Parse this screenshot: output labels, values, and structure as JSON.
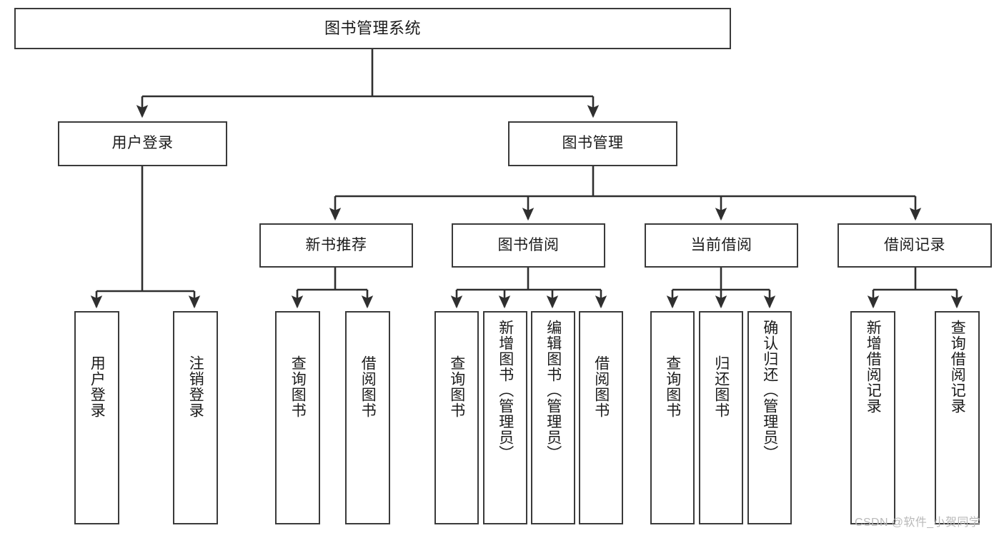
{
  "diagram": {
    "title": "图书管理系统",
    "type": "tree-hierarchy",
    "root": {
      "id": "root",
      "label": "图书管理系统"
    },
    "level2": [
      {
        "id": "user-login",
        "label": "用户登录"
      },
      {
        "id": "book-manage",
        "label": "图书管理"
      }
    ],
    "level3": [
      {
        "id": "new-book-recommend",
        "label": "新书推荐",
        "parent": "book-manage"
      },
      {
        "id": "book-borrow",
        "label": "图书借阅",
        "parent": "book-manage"
      },
      {
        "id": "current-borrow",
        "label": "当前借阅",
        "parent": "book-manage"
      },
      {
        "id": "borrow-record",
        "label": "借阅记录",
        "parent": "book-manage"
      }
    ],
    "leaves": [
      {
        "id": "leaf-user-login",
        "label": "用户登录",
        "parent": "user-login"
      },
      {
        "id": "leaf-user-logout",
        "label": "注销登录",
        "parent": "user-login"
      },
      {
        "id": "leaf-query-book-1",
        "label": "查询图书",
        "parent": "new-book-recommend"
      },
      {
        "id": "leaf-borrow-book-1",
        "label": "借阅图书",
        "parent": "new-book-recommend"
      },
      {
        "id": "leaf-query-book-2",
        "label": "查询图书",
        "parent": "book-borrow"
      },
      {
        "id": "leaf-add-book",
        "label": "新增图书（管理员）",
        "parent": "book-borrow"
      },
      {
        "id": "leaf-edit-book",
        "label": "编辑图书（管理员）",
        "parent": "book-borrow"
      },
      {
        "id": "leaf-borrow-book-2",
        "label": "借阅图书",
        "parent": "book-borrow"
      },
      {
        "id": "leaf-query-book-3",
        "label": "查询图书",
        "parent": "current-borrow"
      },
      {
        "id": "leaf-return-book",
        "label": "归还图书",
        "parent": "current-borrow"
      },
      {
        "id": "leaf-confirm-return",
        "label": "确认归还（管理员）",
        "parent": "current-borrow"
      },
      {
        "id": "leaf-add-record",
        "label": "新增借阅记录",
        "parent": "borrow-record"
      },
      {
        "id": "leaf-query-record",
        "label": "查询借阅记录",
        "parent": "borrow-record"
      }
    ],
    "colors": {
      "node_border": "#3a3a3a",
      "node_fill": "#ffffff",
      "connector": "#2f2f2f",
      "text": "#1b1b1b",
      "watermark": "#b9b9b9",
      "background": "#ffffff"
    }
  },
  "watermark": {
    "text": "CSDN @软件_小贺同学"
  }
}
